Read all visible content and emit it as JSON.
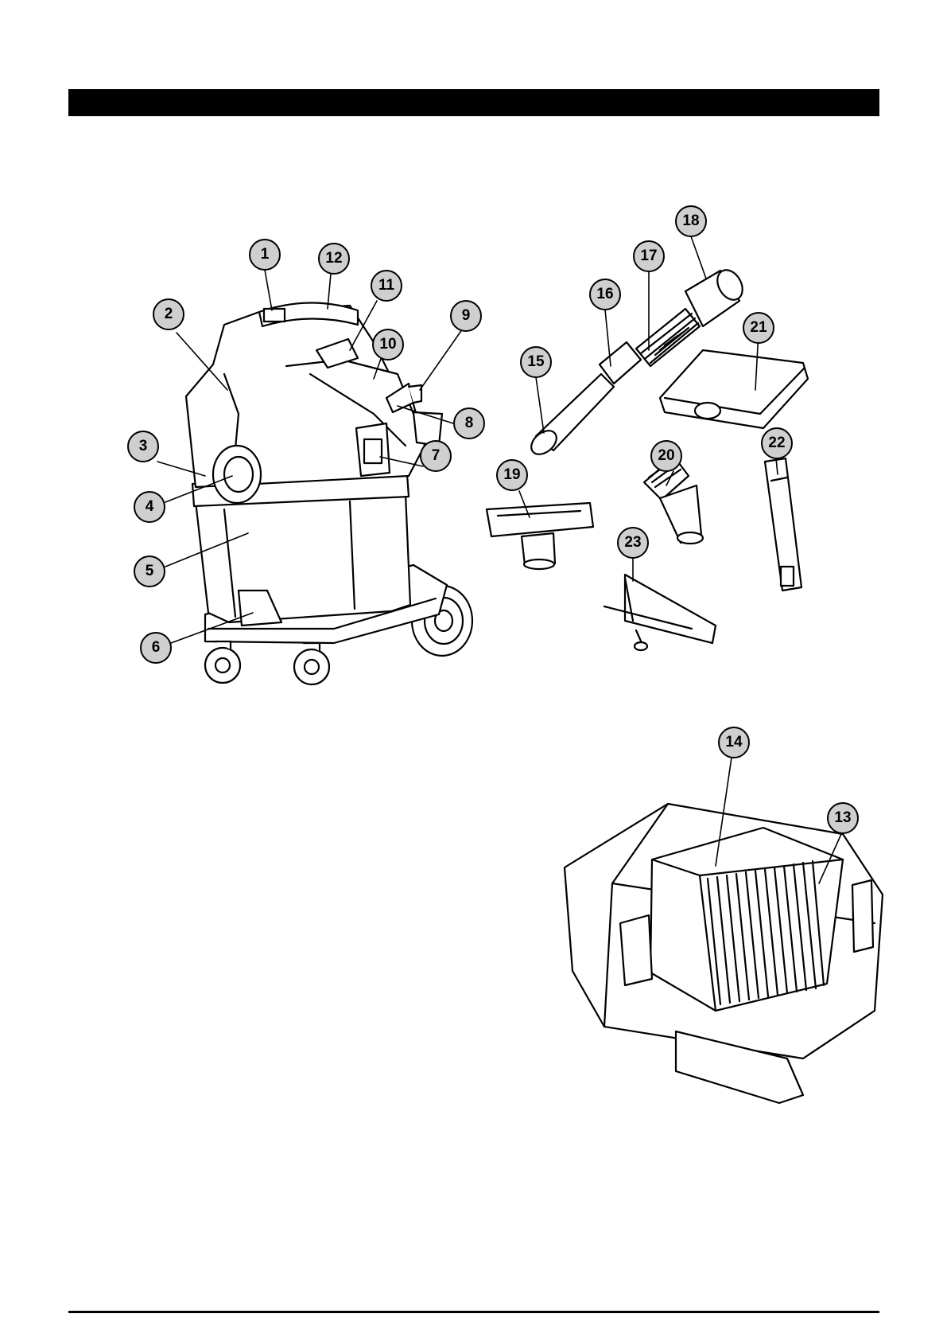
{
  "callouts": [
    {
      "n": "1"
    },
    {
      "n": "2"
    },
    {
      "n": "3"
    },
    {
      "n": "4"
    },
    {
      "n": "5"
    },
    {
      "n": "6"
    },
    {
      "n": "7"
    },
    {
      "n": "8"
    },
    {
      "n": "9"
    },
    {
      "n": "10"
    },
    {
      "n": "11"
    },
    {
      "n": "12"
    },
    {
      "n": "13"
    },
    {
      "n": "14"
    },
    {
      "n": "15"
    },
    {
      "n": "16"
    },
    {
      "n": "17"
    },
    {
      "n": "18"
    },
    {
      "n": "19"
    },
    {
      "n": "20"
    },
    {
      "n": "21"
    },
    {
      "n": "22"
    },
    {
      "n": "23"
    }
  ]
}
